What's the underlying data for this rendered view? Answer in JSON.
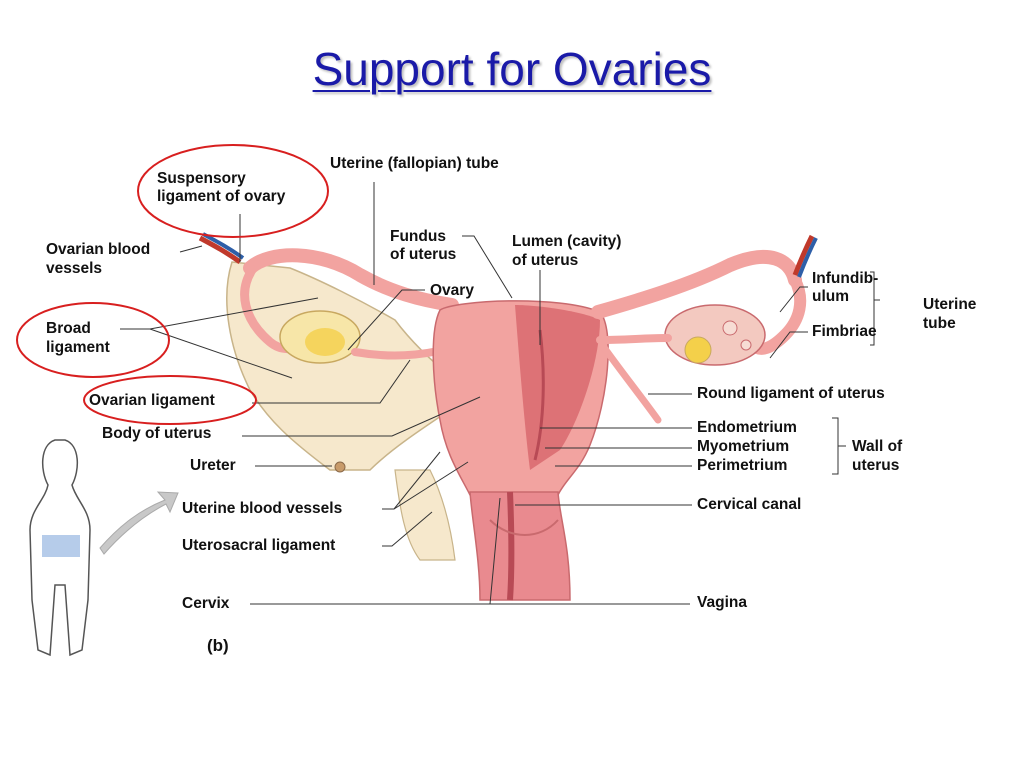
{
  "slide": {
    "title": "Support for Ovaries"
  },
  "figure": {
    "panel_letter": "(b)",
    "labels": {
      "suspensory_1": "Suspensory",
      "suspensory_2": "ligament of ovary",
      "uterine_tube_top": "Uterine (fallopian) tube",
      "ovarian_vessels_1": "Ovarian blood",
      "ovarian_vessels_2": "vessels",
      "fundus_1": "Fundus",
      "fundus_2": "of uterus",
      "lumen_1": "Lumen (cavity)",
      "lumen_2": "of uterus",
      "ovary": "Ovary",
      "broad_1": "Broad",
      "broad_2": "ligament",
      "infundib_1": "Infundib-",
      "infundib_2": "ulum",
      "fimbriae": "Fimbriae",
      "uterine_tube_right_1": "Uterine",
      "uterine_tube_right_2": "tube",
      "ovarian_ligament": "Ovarian ligament",
      "round_ligament": "Round ligament of uterus",
      "body_of_uterus": "Body of uterus",
      "endometrium": "Endometrium",
      "myometrium": "Myometrium",
      "perimetrium": "Perimetrium",
      "wall_1": "Wall of",
      "wall_2": "uterus",
      "ureter": "Ureter",
      "cervical_canal": "Cervical canal",
      "uterine_blood_vessels": "Uterine blood vessels",
      "uterosacral": "Uterosacral ligament",
      "cervix": "Cervix",
      "vagina": "Vagina"
    }
  },
  "colors": {
    "title": "#1a1aa8",
    "highlight_ellipse": "#d81f1f",
    "uterus_pink": "#f2a3a0",
    "uterus_dark": "#d96a6e",
    "broad_ligament": "#f6e8cc",
    "ovary_yellow": "#f4d04a",
    "leader_line": "#333333"
  }
}
